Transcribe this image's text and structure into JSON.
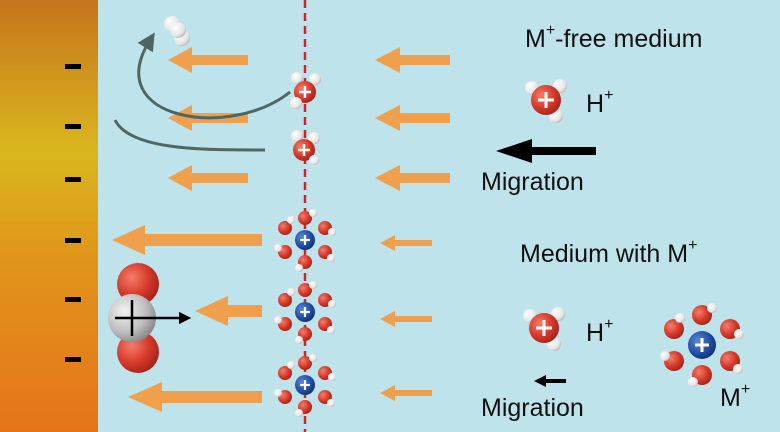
{
  "top_section": {
    "title": "M",
    "title_sup": "+",
    "title_rest": "-free medium",
    "proton_label": "H",
    "proton_sup": "+",
    "migration_label": "Migration"
  },
  "bottom_section": {
    "title": "Medium with M",
    "title_sup": "+",
    "proton_label": "H",
    "proton_sup": "+",
    "cation_label": "M",
    "cation_sup": "+",
    "migration_label": "Migration"
  },
  "electrode": {
    "charge_symbol": "-",
    "charge_count": 6
  },
  "colors": {
    "medium": "#bfe3ea",
    "electrode_top": "#d0781e",
    "electrode_mid": "#d7b51c",
    "electrode_bottom": "#e27a17",
    "flux_arrow": "#f0a04c",
    "oxygen": "#d5392b",
    "cation": "#1f4ea3",
    "dashed_line": "#d0242c",
    "curved_arrow": "#4e6763"
  }
}
